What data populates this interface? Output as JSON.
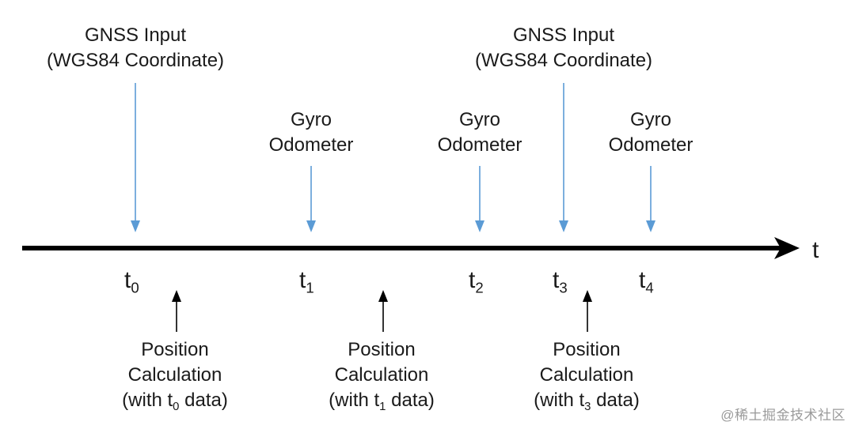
{
  "axis": {
    "label": "t"
  },
  "inputs": {
    "gnss_line1": "GNSS Input",
    "gnss_line2": "(WGS84 Coordinate)",
    "gyro_line1": "Gyro",
    "gyro_line2": "Odometer"
  },
  "ticks": [
    {
      "base": "t",
      "sub": "0"
    },
    {
      "base": "t",
      "sub": "1"
    },
    {
      "base": "t",
      "sub": "2"
    },
    {
      "base": "t",
      "sub": "3"
    },
    {
      "base": "t",
      "sub": "4"
    }
  ],
  "outputs": {
    "line1": "Position",
    "line2": "Calculation",
    "with_prefix": "(with t",
    "with_suffix": " data)",
    "subs": [
      "0",
      "1",
      "3"
    ]
  },
  "colors": {
    "input_arrow": "#5b9bd5",
    "axis": "#000000",
    "output_arrow": "#000000"
  },
  "watermark": "@稀土掘金技术社区"
}
